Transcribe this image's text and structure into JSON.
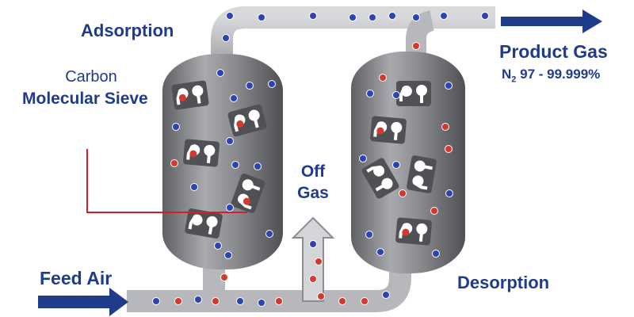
{
  "labels": {
    "adsorption": "Adsorption",
    "carbon": "Carbon",
    "molecular_sieve": "Molecular Sieve",
    "off": "Off",
    "gas": "Gas",
    "product_gas": "Product Gas",
    "n2_prefix": "N",
    "n2_sub": "2",
    "purity": " 97 - 99.999%",
    "feed_air": "Feed Air",
    "desorption": "Desorption"
  },
  "colors": {
    "text": "#1f3c8c",
    "arrow": "#1f3c8c",
    "pipe": "#c4c5c8",
    "vessel": "#8d8e92",
    "sieve_block": "#505155",
    "oxygen": "#d23a2e",
    "nitrogen": "#2d44b0",
    "pointer": "#d0202a"
  }
}
